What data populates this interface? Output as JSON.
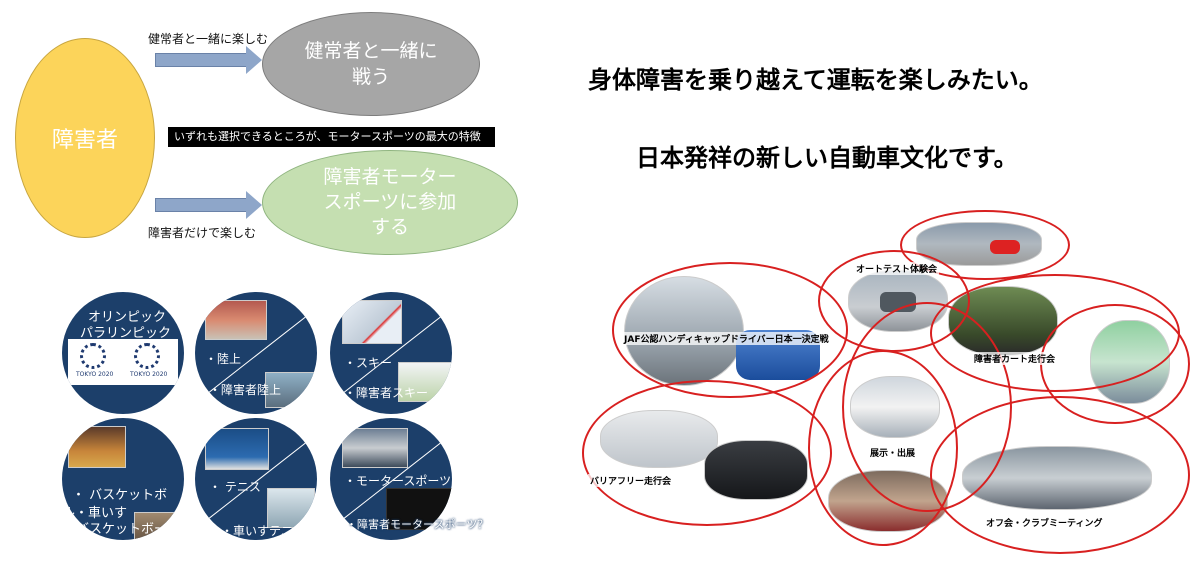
{
  "diagram": {
    "left_node": "障害者",
    "top_arrow_label": "健常者と一緒に楽しむ",
    "top_node_line1": "健常者と一緒に",
    "top_node_line2": "戦う",
    "banner": "いずれも選択できるところが、モータースポーツの最大の特徴",
    "bottom_arrow_label": "障害者だけで楽しむ",
    "bottom_node_line1": "障害者モーター",
    "bottom_node_line2": "スポーツに参加",
    "bottom_node_line3": "する"
  },
  "sports": {
    "t1_line1": "オリンピック",
    "t1_line2": "パラリンピック",
    "tokyo_logo_text": "TOKYO 2020",
    "t2_a": "・陸上",
    "t2_b": "・障害者陸上",
    "t3_a": "・スキー",
    "t3_b": "・障害者スキー",
    "t4_a": "・ バスケットボ",
    "t4_b": "ル・車いす",
    "t4_c": "バスケットボール",
    "t5_a": "・ テニス",
    "t5_b": "・車いすテニス",
    "t6_a": "・モータースポーツ",
    "t6_b": "・障害者モータースポーツ？"
  },
  "headline": {
    "line1": "身体障害を乗り越えて運転を楽しみたい。",
    "line2": "日本発祥の新しい自動車文化です。"
  },
  "events": {
    "autotest": "オートテスト体験会",
    "jaf": "JAF公認ハンディキャップドライバー日本一決定戦",
    "kart": "障害者カート走行会",
    "exhibit": "展示・出展",
    "barrierfree": "バリアフリー走行会",
    "offkai": "オフ会・クラブミーティング"
  },
  "colors": {
    "left_node": "#fcd45a",
    "top_node": "#a6a6a6",
    "bottom_node": "#c5dfb1",
    "tile": "#1c3f6a",
    "ring": "#d82020",
    "banner": "#000000"
  }
}
